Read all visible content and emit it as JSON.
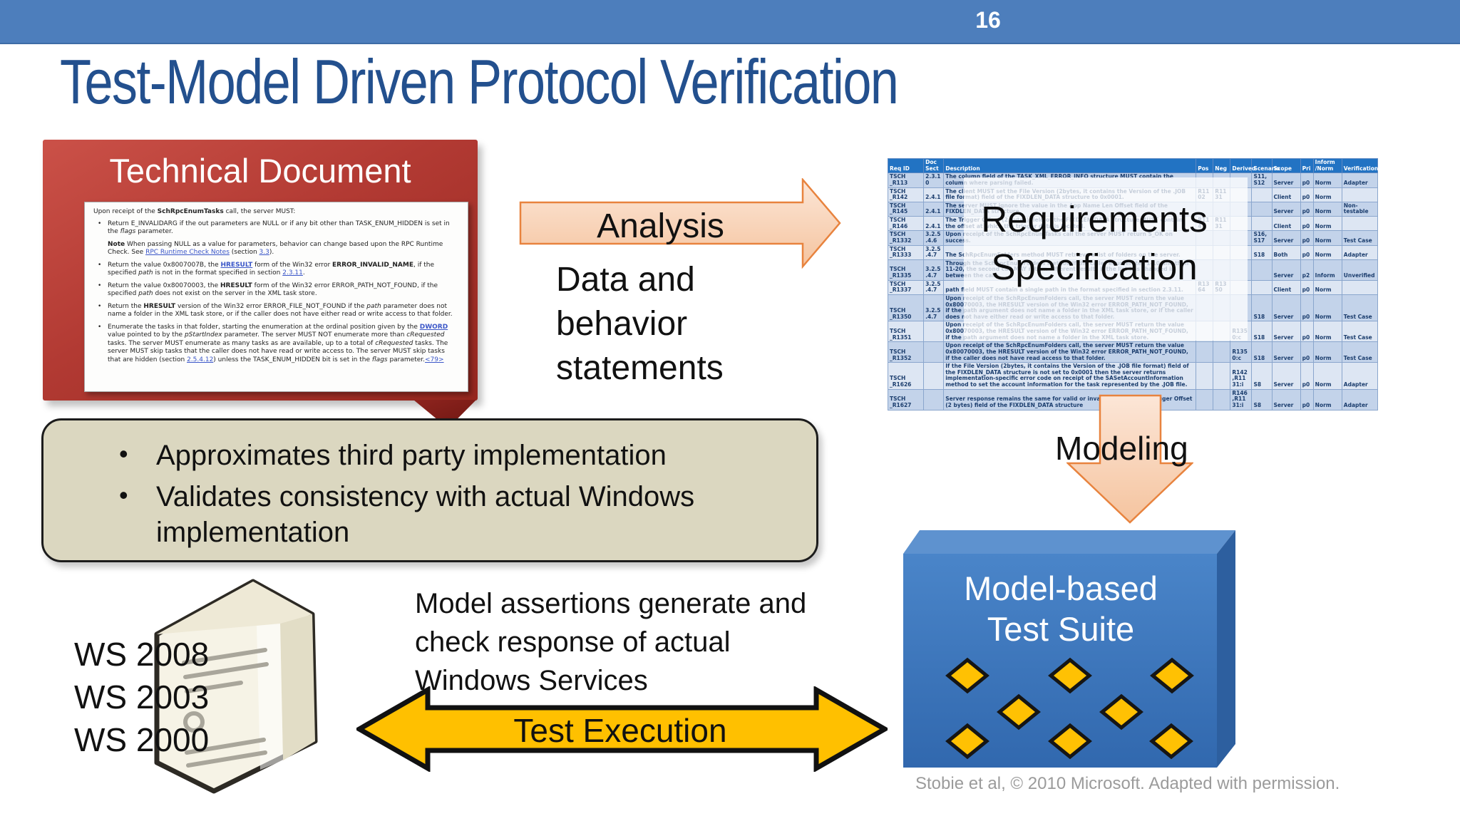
{
  "slide": {
    "page_number": "16",
    "title": "Test-Model Driven Protocol Verification"
  },
  "technical_document": {
    "title": "Technical Document",
    "page": {
      "intro": {
        "runs": [
          {
            "t": "Upon receipt of the "
          },
          {
            "t": "SchRpcEnumTasks",
            "b": true
          },
          {
            "t": " call, the server MUST:"
          }
        ]
      },
      "items": [
        {
          "runs": [
            {
              "t": "Return E_INVALIDARG if the out parameters are NULL or if any bit other than TASK_ENUM_HIDDEN is set in the "
            },
            {
              "t": "flags",
              "i": true
            },
            {
              "t": " parameter."
            }
          ]
        },
        {
          "note": true,
          "runs": [
            {
              "t": "Note",
              "b": true
            },
            {
              "t": "  When passing NULL as a value for parameters, behavior can change based upon the RPC Runtime Check. See "
            },
            {
              "t": "RPC Runtime Check Notes",
              "l": true
            },
            {
              "t": " (section "
            },
            {
              "t": "3.3",
              "l": true
            },
            {
              "t": ")."
            }
          ]
        },
        {
          "runs": [
            {
              "t": "Return the value 0x8007007B, the "
            },
            {
              "t": "HRESULT",
              "b": true,
              "l": true
            },
            {
              "t": " form of the Win32 error "
            },
            {
              "t": "ERROR_INVALID_NAME",
              "b": true
            },
            {
              "t": ", if the specified "
            },
            {
              "t": "path",
              "i": true
            },
            {
              "t": " is not in the format specified in section "
            },
            {
              "t": "2.3.11",
              "l": true
            },
            {
              "t": "."
            }
          ]
        },
        {
          "runs": [
            {
              "t": "Return the value 0x80070003, the "
            },
            {
              "t": "HRESULT",
              "b": true
            },
            {
              "t": " form of the Win32 error ERROR_PATH_NOT_FOUND, if the specified "
            },
            {
              "t": "path",
              "i": true
            },
            {
              "t": " does not exist on the server in the XML task store."
            }
          ]
        },
        {
          "runs": [
            {
              "t": "Return the "
            },
            {
              "t": "HRESULT",
              "b": true
            },
            {
              "t": " version of the Win32 error ERROR_FILE_NOT_FOUND if the "
            },
            {
              "t": "path",
              "i": true
            },
            {
              "t": " parameter does not name a folder in the XML task store, or if the caller does not have either read or write access to that folder."
            }
          ]
        },
        {
          "runs": [
            {
              "t": "Enumerate the tasks in that folder, starting the enumeration at the ordinal position given by the "
            },
            {
              "t": "DWORD",
              "b": true,
              "l": true
            },
            {
              "t": " value pointed to by the "
            },
            {
              "t": "pStartIndex",
              "i": true
            },
            {
              "t": " parameter. The server MUST NOT enumerate more than "
            },
            {
              "t": "cRequested",
              "i": true
            },
            {
              "t": " tasks. The server MUST enumerate as many tasks as are available, up to a total of "
            },
            {
              "t": "cRequested",
              "i": true
            },
            {
              "t": " tasks. The server MUST skip tasks that the caller does not have read or write access to. The server MUST skip tasks that are hidden (section "
            },
            {
              "t": "2.5.4.12",
              "l": true
            },
            {
              "t": ") unless the TASK_ENUM_HIDDEN bit is set in the "
            },
            {
              "t": "flags",
              "i": true
            },
            {
              "t": " parameter."
            },
            {
              "t": "<79>",
              "l": true
            }
          ]
        }
      ]
    }
  },
  "analysis": {
    "label": "Analysis",
    "sub_lines": [
      "Data and",
      "behavior",
      "statements"
    ]
  },
  "requirements": {
    "overlay_lines": [
      "Requirements",
      "Specification"
    ],
    "table": {
      "headers": [
        "Req ID",
        "Doc Sect",
        "Description",
        "Pos",
        "Neg",
        "Derived",
        "Scenario",
        "Scope",
        "Pri",
        "Inform /Norm",
        "Verification"
      ],
      "rows": [
        [
          "TSCH _R113",
          "2.3.1 0",
          "The column field of the TASK_XML_ERROR_INFO structure MUST contain the column where parsing failed.",
          "",
          "",
          "",
          "S11, S12",
          "Server",
          "p0",
          "Norm",
          "Adapter"
        ],
        [
          "TSCH _R142",
          "2.4.1",
          "The client MUST set the File Version (2bytes, it contains the Version of the .JOB file format) field of the FIXDLEN_DATA structure to 0x0001.",
          "R11 02",
          "R11 31",
          "",
          "",
          "Client",
          "p0",
          "Norm",
          ""
        ],
        [
          "TSCH _R145",
          "2.4.1",
          "The server MUST ignore the value in the App Name Len Offset field of the FIXDLEN_DATA structure.",
          "",
          "",
          "",
          "",
          "Server",
          "p0",
          "Norm",
          "Non-testable"
        ],
        [
          "TSCH _R146",
          "2.4.1",
          "The Trigger Offset (2 bytes) field of the FIXDLEN_DATA structure MUST contain the offset at which the trigger data is located.",
          "R11 4",
          "R11 31",
          "",
          "",
          "Client",
          "p0",
          "Norm",
          ""
        ],
        [
          "TSCH _R1332",
          "3.2.5 .4.6",
          "Upon receipt of the SchRpcEnumTasks call the server MUST return S_OK on success.",
          "",
          "",
          "",
          "S16, S17",
          "Server",
          "p0",
          "Norm",
          "Test Case"
        ],
        [
          "TSCH _R1333",
          "3.2.5 .4.7",
          "The SchRpcEnumFolders method MUST retrieve a list of folders on the server.",
          "",
          "",
          "",
          "S18",
          "Both",
          "p0",
          "Norm",
          "Adapter"
        ],
        [
          "TSCH _R1335",
          "3.2.5 .4.7",
          "Through the SchRpcEnumFolders method if the caller enumerates 1-10 and then 11-20, the second call MAY return different results if the list has changed in between the calls.",
          "",
          "",
          "",
          "",
          "Server",
          "p2",
          "Inform",
          "Unverified"
        ],
        [
          "TSCH _R1337",
          "3.2.5 .4.7",
          "path field MUST contain a single path in the format specified in section 2.3.11.",
          "R13 64",
          "R13 50",
          "",
          "",
          "Client",
          "p0",
          "Norm",
          ""
        ],
        [
          "TSCH _R1350",
          "3.2.5 .4.7",
          "Upon receipt of the SchRpcEnumFolders call, the server MUST return the value 0x80070003, the HRESULT version of the Win32 error ERROR_PATH_NOT_FOUND, if the path argument does not name a folder in the XML task store, or if the caller does not have either read or write access to that folder.",
          "",
          "",
          "",
          "S18",
          "Server",
          "p0",
          "Norm",
          "Test Case"
        ],
        [
          "TSCH _R1351",
          "",
          "Upon receipt of the SchRpcEnumFolders call, the server MUST return the value 0x80070003, the HRESULT version of the Win32 error ERROR_PATH_NOT_FOUND, if the path argument does not name a folder in the XML task store.",
          "",
          "",
          "R135 0:c",
          "S18",
          "Server",
          "p0",
          "Norm",
          "Test Case"
        ],
        [
          "TSCH _R1352",
          "",
          "Upon receipt of the SchRpcEnumFolders call, the server MUST return the value 0x80070003, the HRESULT version of the Win32 error ERROR_PATH_NOT_FOUND, if the caller does not have read access to that folder.",
          "",
          "",
          "R135 0:c",
          "S18",
          "Server",
          "p0",
          "Norm",
          "Test Case"
        ],
        [
          "TSCH _R1626",
          "",
          "If the File Version (2bytes, it contains the Version of the .JOB file format) field of the FIXDLEN_DATA structure is not set to 0x0001 then the server returns implementation-specific error code on receipt of the SASetAccountInformation method to set the account information for the task represented by the .JOB file.",
          "",
          "",
          "R142 ,R11 31:i",
          "S8",
          "Server",
          "p0",
          "Norm",
          "Adapter"
        ],
        [
          "TSCH _R1627",
          "",
          "Server response remains the same for valid or invalid values of the Trigger Offset (2 bytes) field of the FIXDLEN_DATA structure",
          "",
          "",
          "R146 ,R11 31:i",
          "S8",
          "Server",
          "p0",
          "Norm",
          "Adapter"
        ]
      ]
    }
  },
  "modeling": {
    "label": "Modeling"
  },
  "benefits": {
    "bullets": [
      "Approximates third party implementation",
      "Validates consistency with actual Windows implementation"
    ]
  },
  "servers": {
    "labels": [
      "WS 2008",
      "WS 2003",
      "WS 2000"
    ]
  },
  "test_execution": {
    "label": "Test Execution",
    "description_lines": [
      "Model assertions generate and",
      "check response of actual",
      "Windows Services"
    ]
  },
  "test_suite": {
    "title_lines": [
      "Model-based",
      "Test Suite"
    ],
    "diamond_count": 8
  },
  "attribution": "Stobie et al, © 2010 Microsoft.  Adapted with permission.",
  "colors": {
    "header_bar": "#4d7ebc",
    "title_text": "#23508e",
    "document_panel_red": "#b23a33",
    "arrow_fill_peach": "#f8d0b0",
    "arrow_border_orange": "#e8833e",
    "note_box_beige": "#dbd7c0",
    "execution_arrow_yellow": "#ffc000",
    "suite_box_blue": "#3c79c2",
    "diamond_yellow": "#ffc103",
    "table_header_blue": "#2273c3",
    "attribution_gray": "#9b9b9b"
  }
}
